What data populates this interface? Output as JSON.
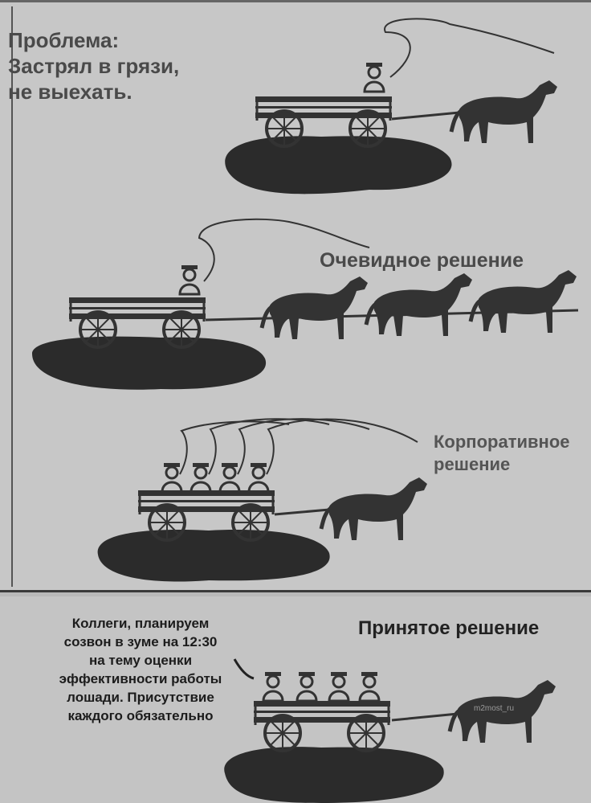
{
  "panel_top": {
    "problem_label": [
      "Проблема:",
      "Застрял в грязи,",
      "не выехать."
    ],
    "obvious_label": "Очевидное решение",
    "corporate_label": [
      "Корпоративное",
      "решение"
    ]
  },
  "panel_bottom": {
    "accepted_label": "Принятое решение",
    "memo_lines": [
      "Коллеги, планируем",
      "созвон в зуме на 12:30",
      "на тему оценки",
      "эффективности работы",
      "лошади. Присутствие",
      "каждого обязательно"
    ],
    "watermark": "m2most_ru"
  },
  "colors": {
    "ink": "#2f2f2f",
    "mud": "#2b2b2b",
    "paper": "#c7c7c7"
  }
}
